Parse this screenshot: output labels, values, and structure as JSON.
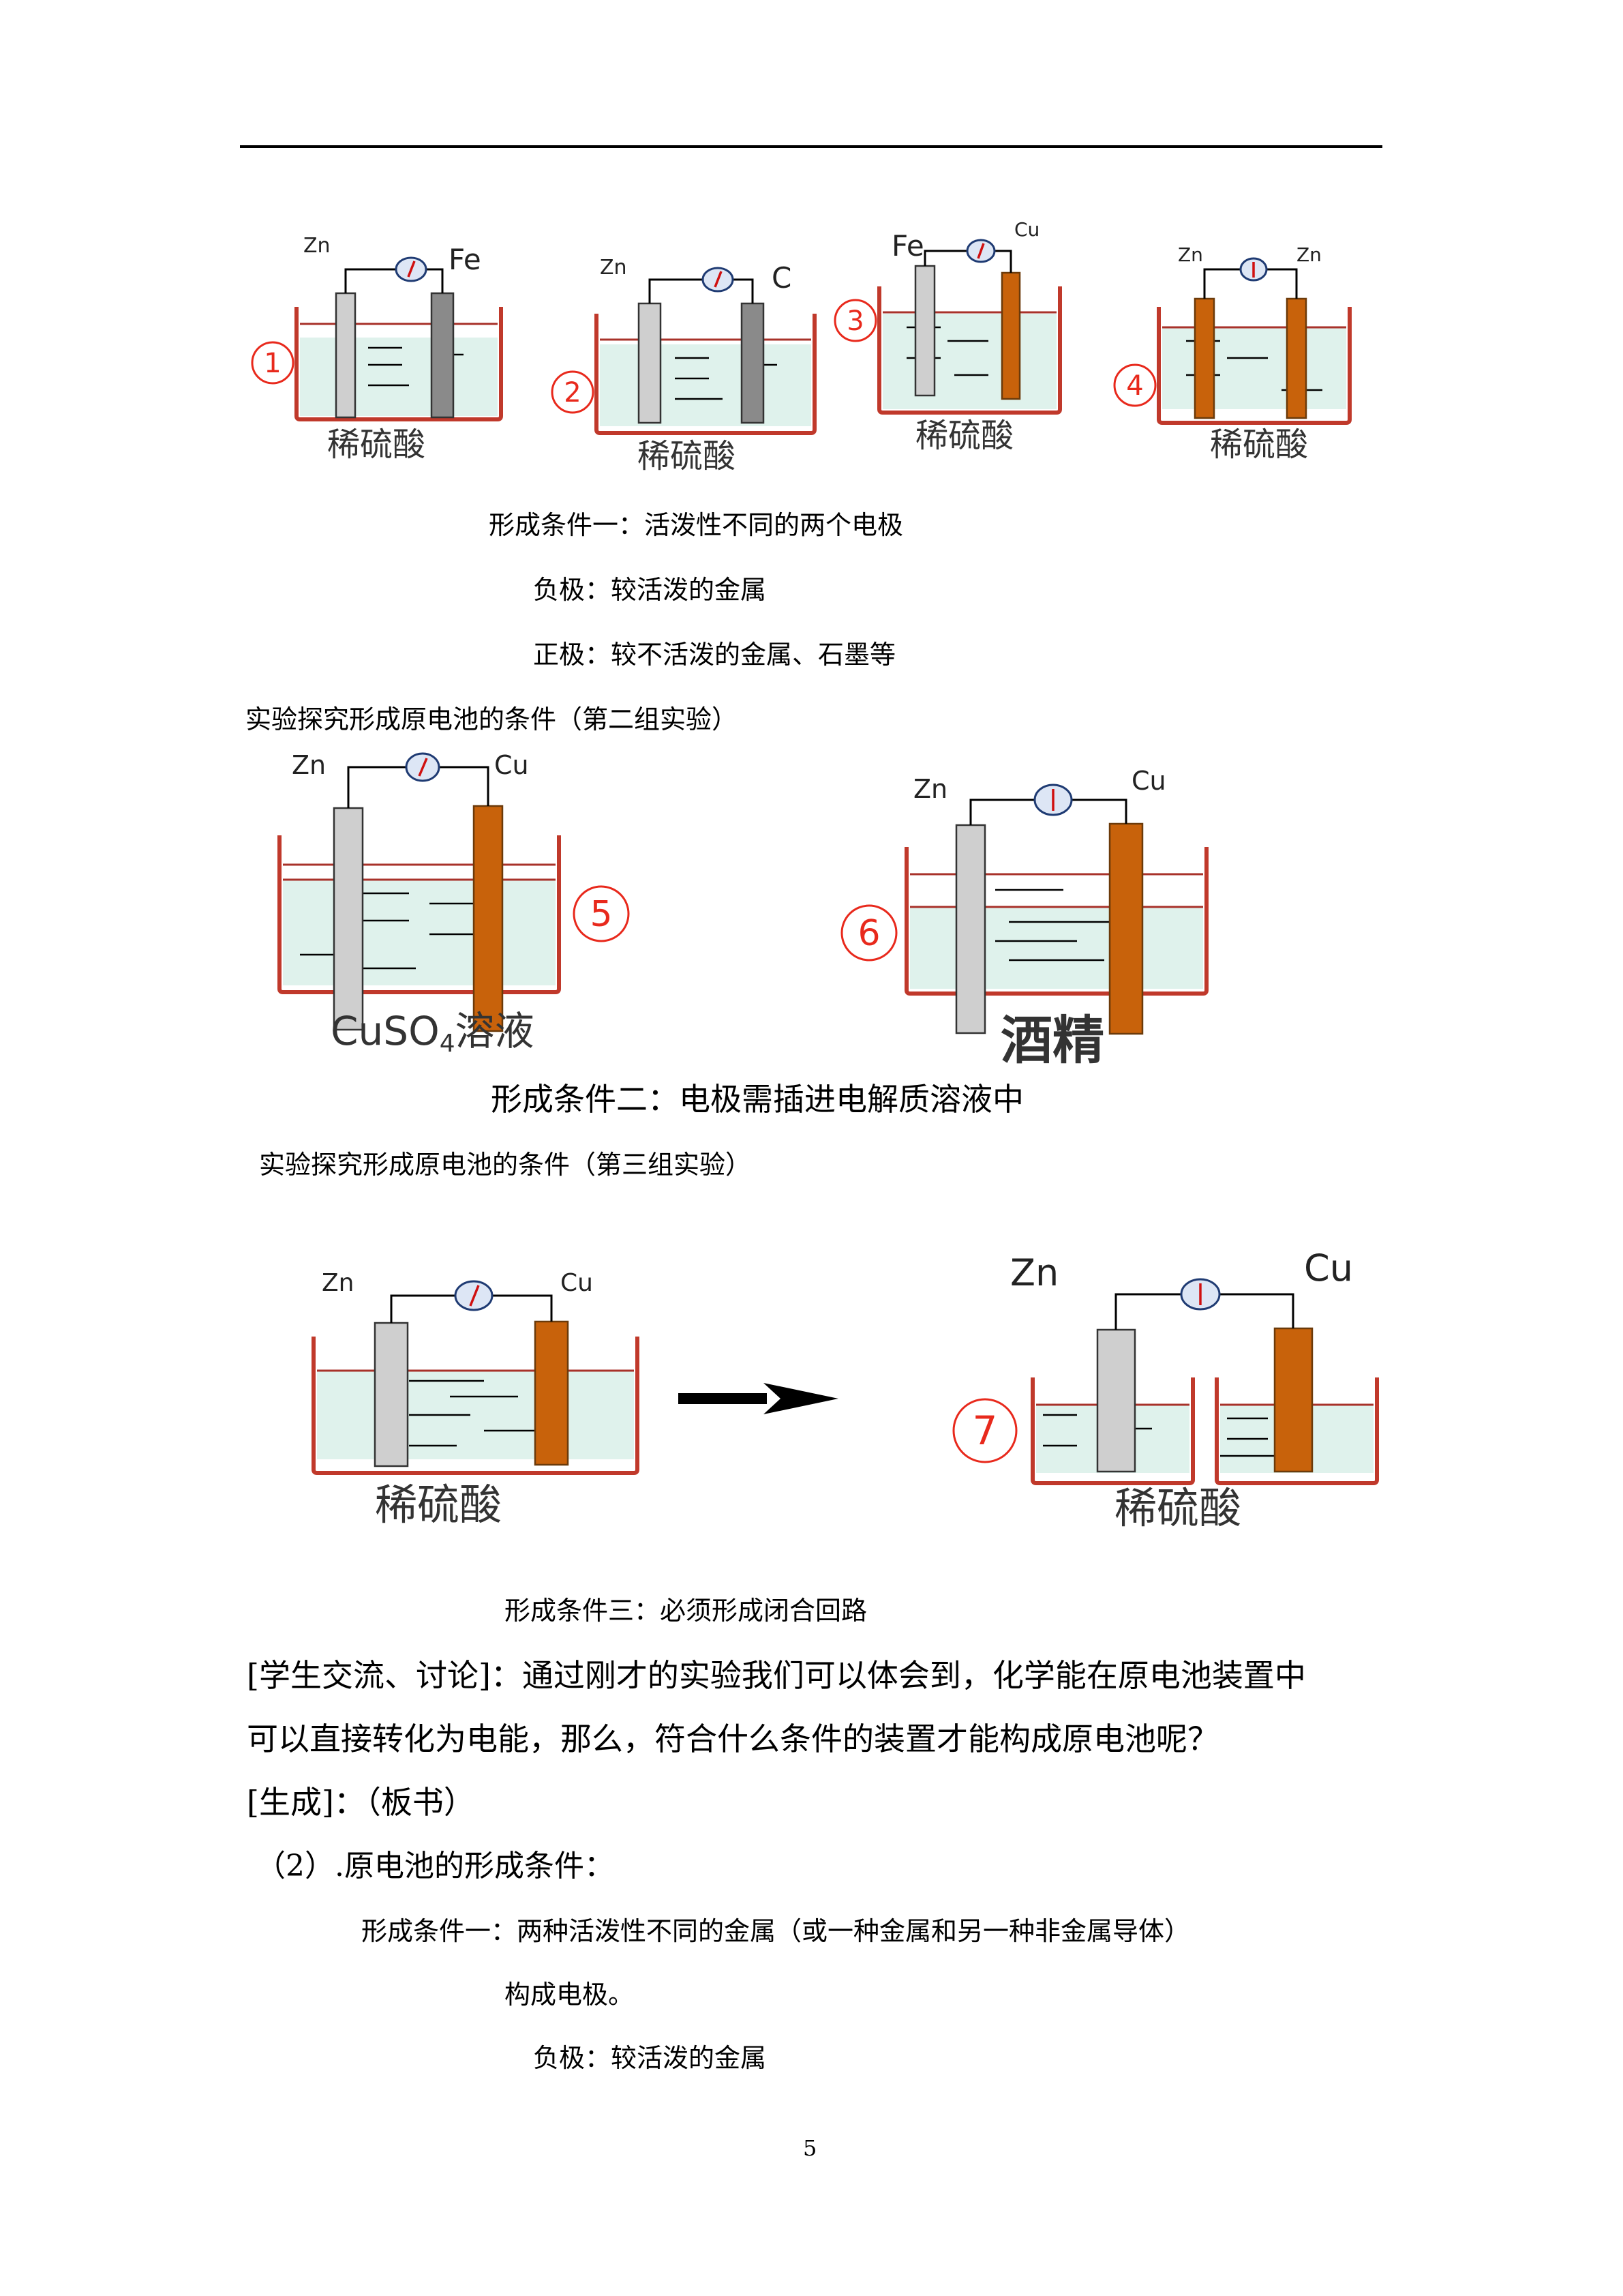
{
  "figures": {
    "group1": [
      {
        "number": "①",
        "left_electrode": "Zn",
        "right_electrode": "Fe",
        "solution": "稀硫酸"
      },
      {
        "number": "②",
        "left_electrode": "Zn",
        "right_electrode": "C",
        "solution": "稀硫酸"
      },
      {
        "number": "③",
        "left_electrode": "Fe",
        "right_electrode": "Cu",
        "solution": "稀硫酸"
      },
      {
        "number": "④",
        "left_electrode": "Zn",
        "right_electrode": "Zn",
        "solution": "稀硫酸"
      }
    ],
    "group2": [
      {
        "number": "⑤",
        "left_electrode": "Zn",
        "right_electrode": "Cu",
        "solution": "CuSO",
        "solution_sub": "4",
        "solution_suffix": "溶液"
      },
      {
        "number": "⑥",
        "left_electrode": "Zn",
        "right_electrode": "Cu",
        "solution": "酒精"
      }
    ],
    "group3": [
      {
        "left_electrode": "Zn",
        "right_electrode": "Cu",
        "solution": "稀硫酸"
      },
      {
        "number": "⑦",
        "left_electrode": "Zn",
        "right_electrode": "Cu",
        "solution": "稀硫酸"
      }
    ]
  },
  "text": {
    "cond1_title": "形成条件一：活泼性不同的两个电极",
    "cond1_neg": "负极：较活泼的金属",
    "cond1_pos": "正极：较不活泼的金属、石墨等",
    "group2_heading": "实验探究形成原电池的条件（第二组实验）",
    "cond2_title": "形成条件二：电极需插进电解质溶液中",
    "group3_heading": "实验探究形成原电池的条件（第三组实验）",
    "cond3_title": "形成条件三：必须形成闭合回路",
    "discussion_line1": "[学生交流、讨论]：通过刚才的实验我们可以体会到，化学能在原电池装置中",
    "discussion_line2": "可以直接转化为电能，那么，符合什么条件的装置才能构成原电池呢？",
    "generate": "[生成]：（板书）",
    "section": "（2）.原电池的形成条件：",
    "summary_cond1": "形成条件一：两种活泼性不同的金属（或一种金属和另一种非金属导体）",
    "summary_cond1_cont": "构成电极。",
    "summary_neg": "负极：较活泼的金属"
  },
  "page_number": "5"
}
